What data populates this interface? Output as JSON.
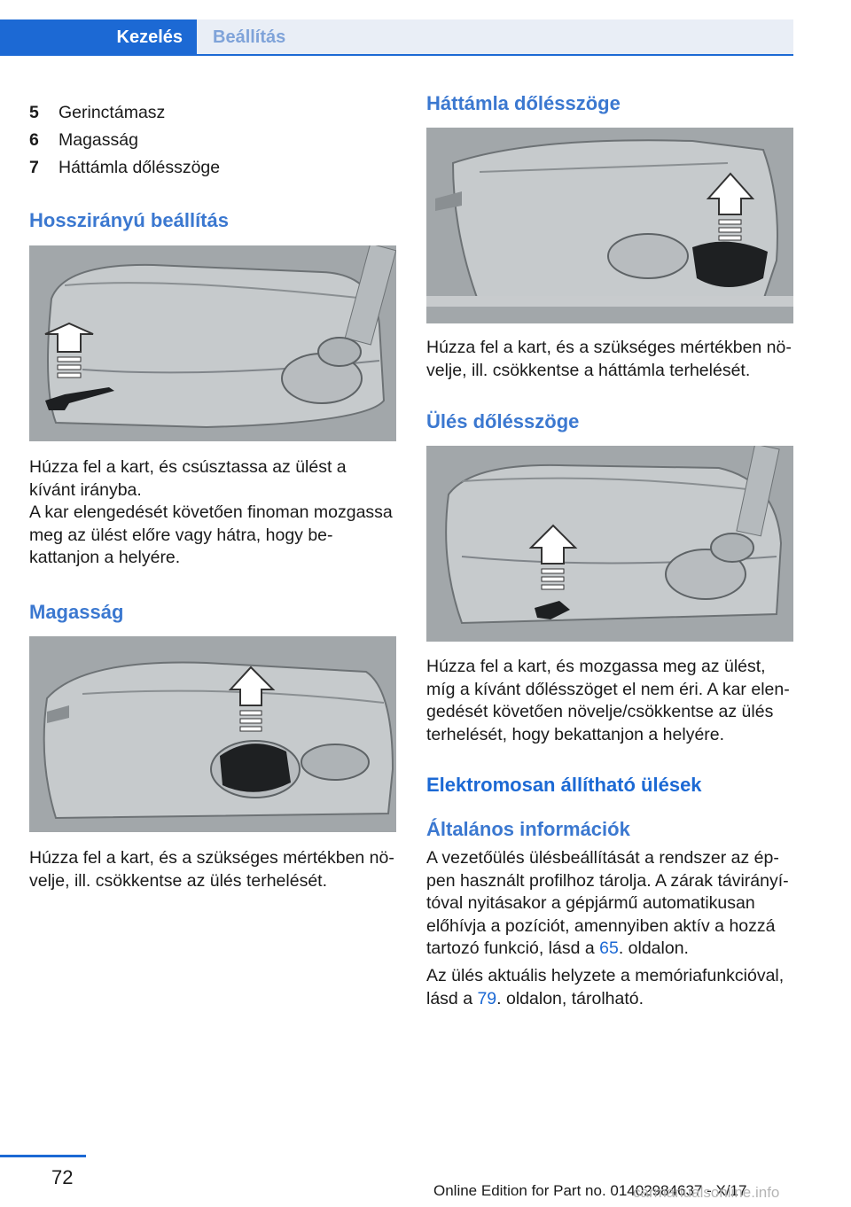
{
  "header": {
    "tab_active": "Kezelés",
    "tab_inactive": "Beállítás"
  },
  "list": [
    {
      "num": "5",
      "label": "Gerinctámasz"
    },
    {
      "num": "6",
      "label": "Magasság"
    },
    {
      "num": "7",
      "label": "Háttámla dőlésszöge"
    }
  ],
  "left": {
    "h_longitudinal": "Hosszirányú beállítás",
    "p_long_1": "Húzza fel a kart, és csúsztassa az ülést a kívánt irányba.",
    "p_long_2": "A kar elengedését követően finoman moz­gassa meg az ülést előre vagy hátra, hogy be­kattanjon a helyére.",
    "h_height": "Magasság",
    "p_height": "Húzza fel a kart, és a szükséges mértékben nö­velje, ill. csökkentse az ülés terhelését."
  },
  "right": {
    "h_backrest": "Háttámla dőlésszöge",
    "p_backrest": "Húzza fel a kart, és a szükséges mértékben nö­velje, ill. csökkentse a háttámla terhelését.",
    "h_seat_angle": "Ülés dőlésszöge",
    "p_seat_angle": "Húzza fel a kart, és mozgassa meg az ülést, míg a kívánt dőlésszöget el nem éri. A kar elen­gedését követően növelje/csökkentse az ülés terhelését, hogy bekattanjon a helyére.",
    "h_electric": "Elektromosan állítható ülések",
    "h_general": "Általános információk",
    "p_general_pre": "A vezetőülés ülésbeállítását a rendszer az ép­pen használt profilhoz tárolja. A zárak távirányí­tóval nyitásakor a gépjármű automatikusan előhívja a pozíciót, amennyiben aktív a hozzá tartozó funkció, lásd a ",
    "p_general_link": "65",
    "p_general_post": ". oldalon.",
    "p_memory_pre": "Az ülés aktuális helyzete a memóriafunkcióval, lásd a ",
    "p_memory_link": "79",
    "p_memory_post": ". oldalon, tárolható."
  },
  "footer": {
    "page_number": "72",
    "edition": "Online Edition for Part no. 01402984637 - X/17",
    "watermark": "carmanualsonline.info"
  }
}
